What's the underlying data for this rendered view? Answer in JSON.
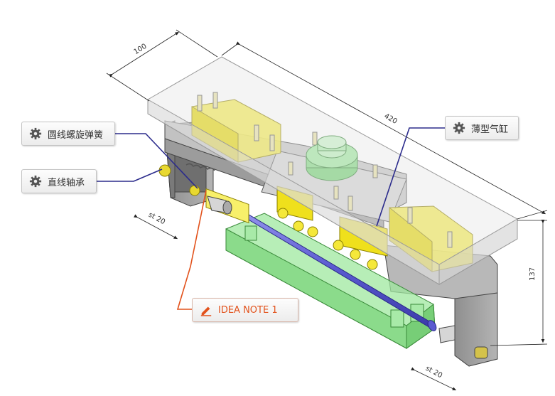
{
  "callouts": {
    "spring": "圆线螺旋弹簧",
    "bearing": "直线轴承",
    "cylinder": "薄型气缸",
    "idea": "IDEA NOTE 1"
  },
  "dimensions": {
    "depth": "100",
    "length": "420",
    "height": "137",
    "stroke_left": "st 20",
    "stroke_right": "st 20"
  },
  "colors": {
    "callout_line": "#2b2b8c",
    "idea_line": "#e2521c",
    "transparent_plate": "#e8e8e8",
    "gray_part": "#9a9a9a",
    "yellow_part": "#f3e600",
    "green_part": "#8fe08f",
    "shaft": "#6b6bdc"
  },
  "icons": {
    "callout_icon": "gear-icon",
    "idea_icon": "pencil-icon"
  }
}
